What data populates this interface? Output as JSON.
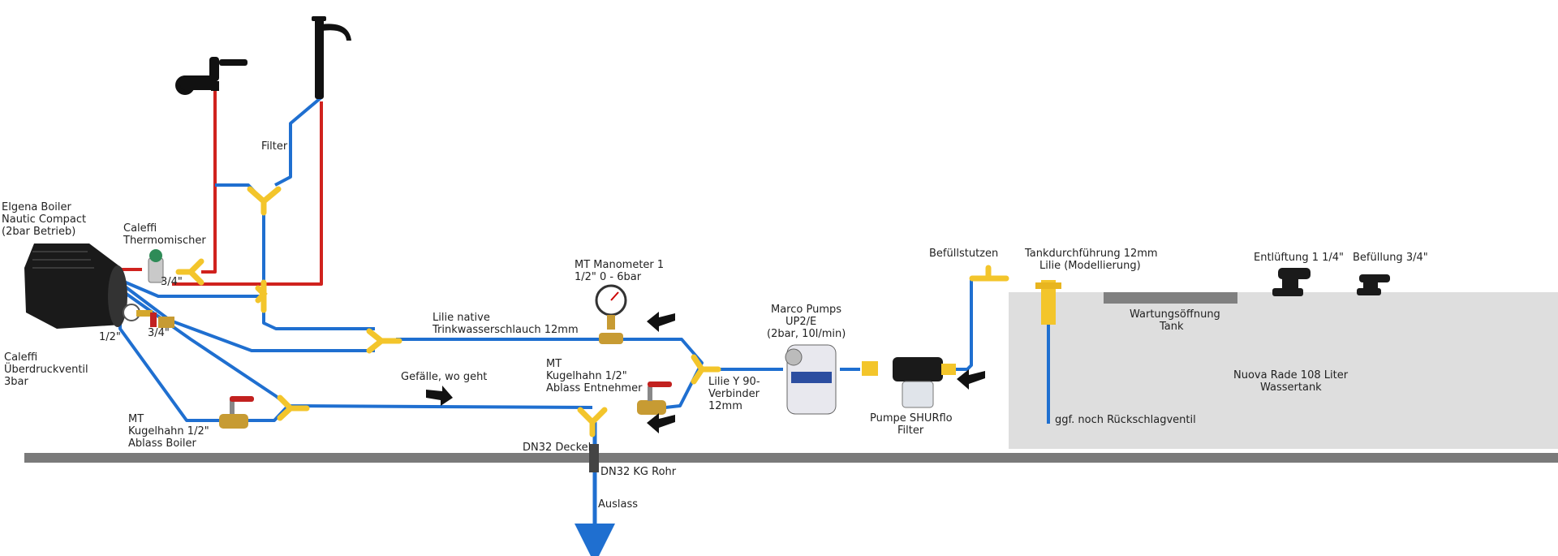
{
  "labels": {
    "boiler_1": "Elgena Boiler",
    "boiler_2": "Nautic Compact",
    "boiler_3": "(2bar Betrieb)",
    "thermo_1": "Caleffi",
    "thermo_2": "Thermomischer",
    "fitting_34a": "3/4\"",
    "fitting_34b": "3/4\"",
    "fitting_12": "1/2\"",
    "relief_1": "Caleffi",
    "relief_2": "Überdruckventil",
    "relief_3": "3bar",
    "valve_boiler_1": "MT",
    "valve_boiler_2": "Kugelhahn 1/2\"",
    "valve_boiler_3": "Ablass Boiler",
    "filter": "Filter",
    "hose_1": "Lilie native",
    "hose_2": "Trinkwasserschlauch 12mm",
    "manometer_1": "MT Manometer 1",
    "manometer_2": "1/2\" 0 - 6bar",
    "slope": "Gefälle, wo geht",
    "valve_tap_1": "MT",
    "valve_tap_2": "Kugelhahn 1/2\"",
    "valve_tap_3": "Ablass Entnehmer",
    "ydist_1": "Lilie Y 90-",
    "ydist_2": "Verbinder",
    "ydist_3": "12mm",
    "pump_1": "Marco Pumps",
    "pump_2": "UP2/E",
    "pump_3": "(2bar, 10l/min)",
    "shur_1": "Pumpe SHURflo",
    "shur_2": "Filter",
    "fill_nozzle": "Befüllstutzen",
    "tankpass_1": "Tankdurchführung 12mm",
    "tankpass_2": "Lilie (Modellierung)",
    "vent": "Entlüftung 1 1/4\"",
    "fill": "Befüllung 3/4\"",
    "hatch_1": "Wartungsöffnung",
    "hatch_2": "Tank",
    "tank_1": "Nuova Rade 108 Liter",
    "tank_2": "Wassertank",
    "check_valve": "ggf. noch Rückschlagventil",
    "dn32_lid": "DN32 Deckel",
    "dn32_pipe": "DN32 KG Rohr",
    "outlet": "Auslass"
  },
  "colors": {
    "cold_pipe": "#1f6fd0",
    "hot_pipe": "#d0221e",
    "fitting": "#f3c52b",
    "tank": "#dedede",
    "floor": "#7a7a7a"
  }
}
